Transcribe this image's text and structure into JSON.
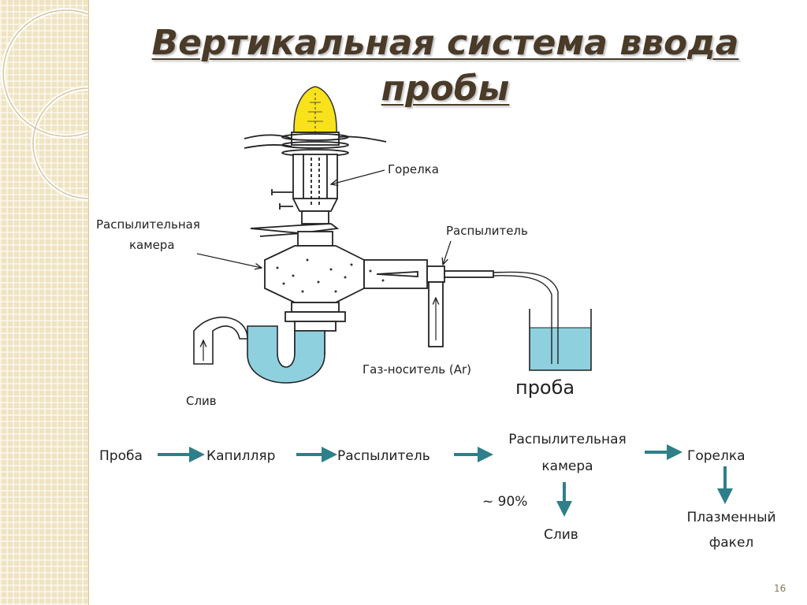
{
  "slide": {
    "title_line1": "Вертикальная система ввода",
    "title_line2": "пробы",
    "page_number": "16"
  },
  "diagram": {
    "labels": {
      "torch": "Горелка",
      "spray_chamber_line1": "Распылительная",
      "spray_chamber_line2": "камера",
      "nebulizer": "Распылитель",
      "carrier_gas": "Газ-носитель (Ar)",
      "sample": "проба",
      "drain": "Слив"
    },
    "colors": {
      "liquid": "#8fd0df",
      "flame": "#f7e21b",
      "arrow": "#2e7f8a"
    }
  },
  "flow": {
    "step1": "Проба",
    "step2": "Капилляр",
    "step3": "Распылитель",
    "step4_line1": "Распылительная",
    "step4_line2": "камера",
    "step5": "Горелка",
    "percent": "~ 90%",
    "drain": "Слив",
    "plasma_line1": "Плазменный",
    "plasma_line2": "факел"
  }
}
